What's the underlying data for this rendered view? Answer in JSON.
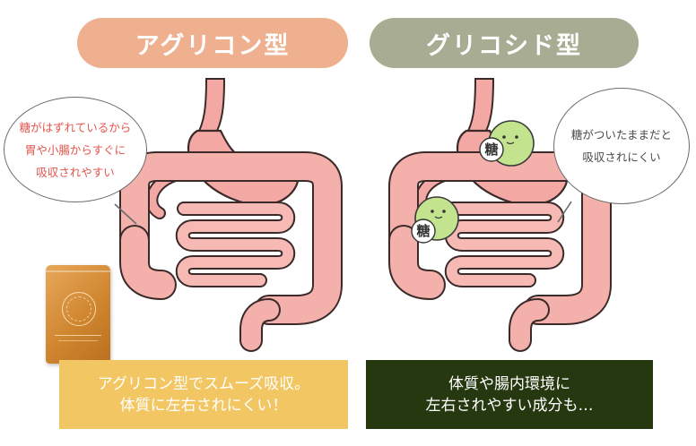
{
  "left_title": "アグリコン型",
  "right_title": "グリコシド型",
  "left_bubble": [
    "糖がはずれているから",
    "胃や小腸からすぐに",
    "吸収されやすい"
  ],
  "right_bubble": [
    "糖がついたままだと",
    "吸収されにくい"
  ],
  "left_caption": [
    "アグリコン型でスムーズ吸収。",
    "体質に左右されにくい！"
  ],
  "right_caption": [
    "体質や腸内環境に",
    "左右されやすい成分も…"
  ],
  "sugar_label": "糖",
  "colors": {
    "left_pill": "#eeb08f",
    "right_pill": "#a7ac93",
    "left_caption_bg": "#f2c763",
    "right_caption_bg": "#263810",
    "left_bubble_text": "#e2564e",
    "organ": "#f1a3a0",
    "sugar_ball": "#bfe08a"
  },
  "icons": [
    "stomach-illustration",
    "intestine-illustration",
    "sugar-molecule-icon",
    "supplement-package"
  ]
}
